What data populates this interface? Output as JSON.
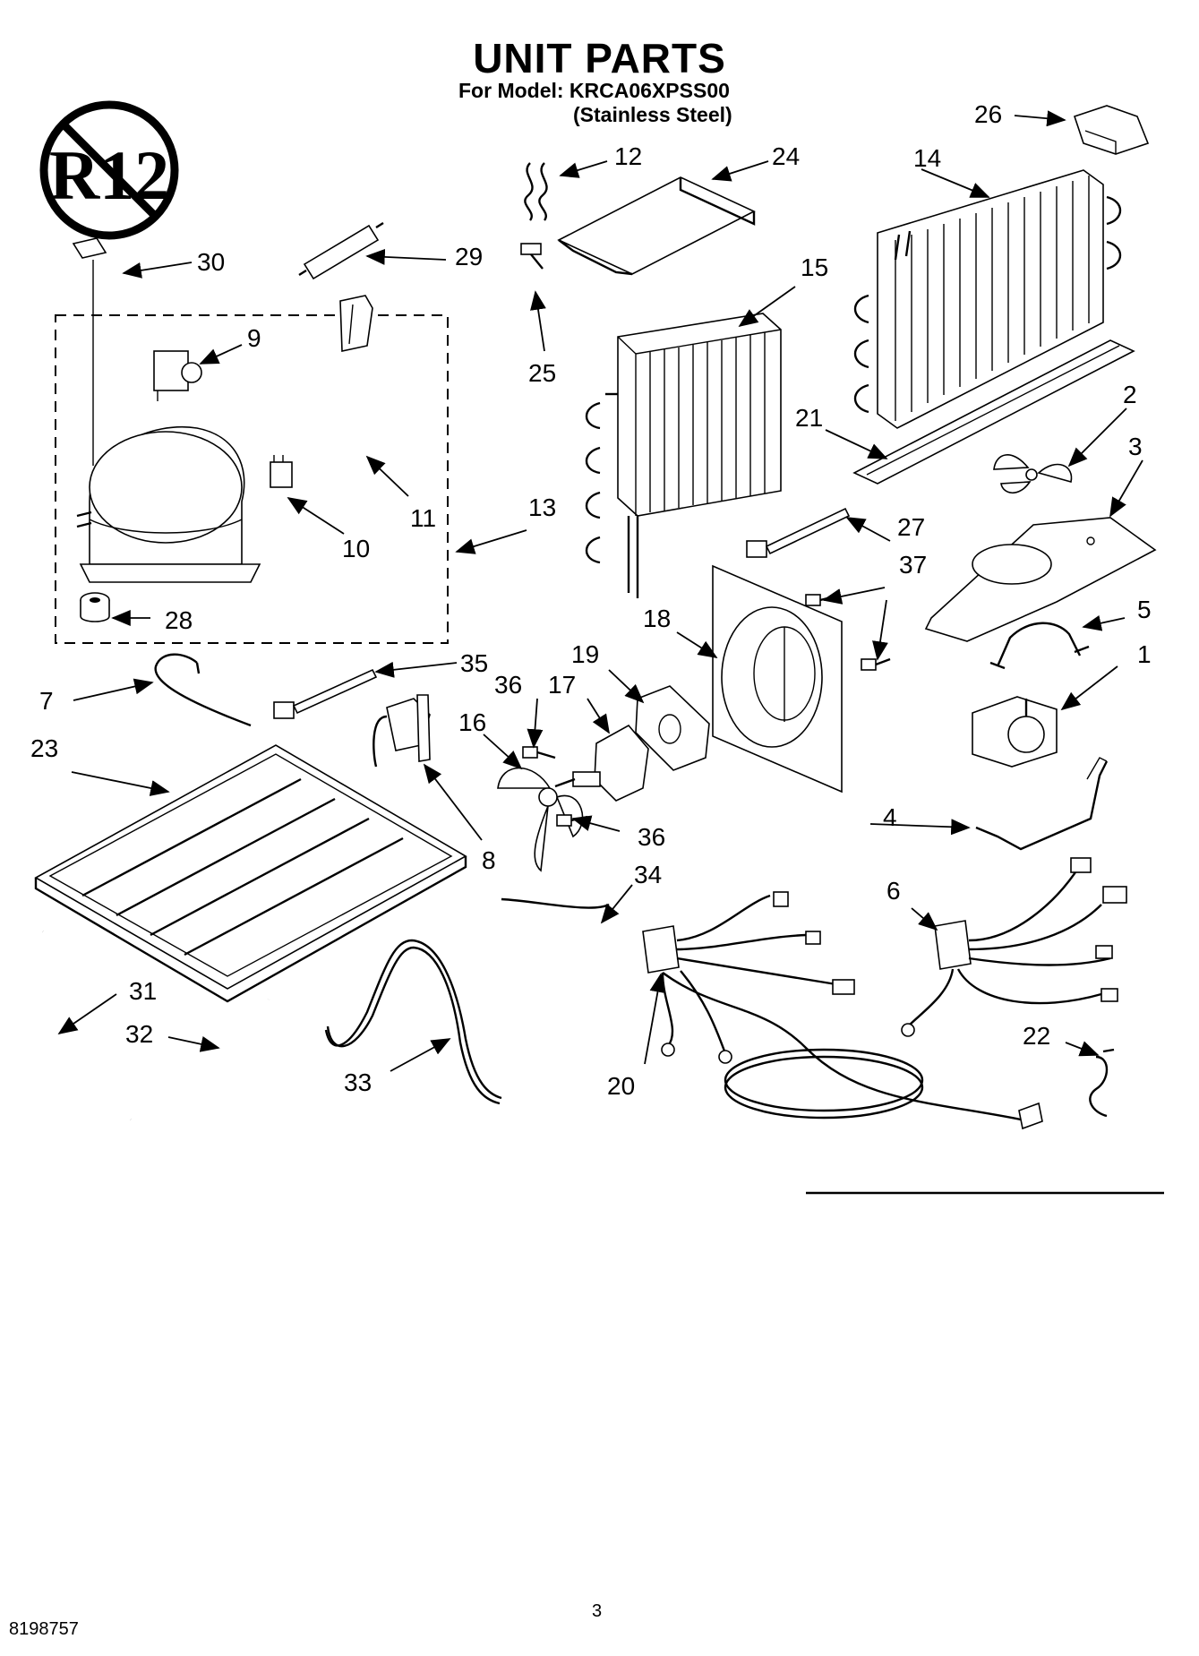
{
  "header": {
    "title": "UNIT PARTS",
    "model_line": "For Model: KRCA06XPSS00",
    "material_line": "(Stainless Steel)"
  },
  "badge": {
    "text": "R12",
    "icon": "no-r12-refrigerant-icon"
  },
  "callouts": {
    "c1": "1",
    "c2": "2",
    "c3": "3",
    "c4": "4",
    "c5": "5",
    "c6": "6",
    "c7": "7",
    "c8": "8",
    "c9": "9",
    "c10": "10",
    "c11": "11",
    "c12": "12",
    "c13": "13",
    "c14": "14",
    "c15": "15",
    "c16": "16",
    "c17": "17",
    "c18": "18",
    "c19": "19",
    "c20": "20",
    "c21": "21",
    "c22": "22",
    "c23": "23",
    "c24": "24",
    "c25": "25",
    "c26": "26",
    "c27": "27",
    "c28": "28",
    "c29": "29",
    "c30": "30",
    "c31": "31",
    "c32": "32",
    "c33": "33",
    "c34": "34",
    "c35": "35",
    "c36a": "36",
    "c36b": "36",
    "c37": "37"
  },
  "footer": {
    "doc_number": "8198757",
    "page_number": "3"
  }
}
